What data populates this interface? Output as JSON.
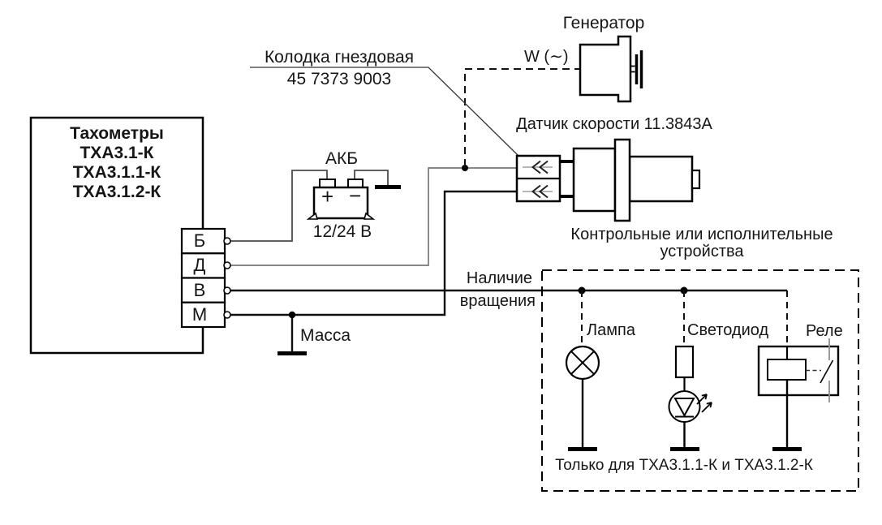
{
  "tachometer": {
    "title": "Тахометры",
    "models": [
      "ТХА3.1-К",
      "ТХА3.1.1-К",
      "ТХА3.1.2-К"
    ],
    "terminals": [
      "Б",
      "Д",
      "В",
      "М"
    ]
  },
  "battery": {
    "label": "АКБ",
    "voltage": "12/24 В",
    "plus_sign": "+",
    "minus_sign": "−"
  },
  "generator": {
    "label": "Генератор",
    "terminal_label": "W (∼)"
  },
  "connector_label": {
    "line1": "Колодка гнездовая",
    "line2": "45 7373 9003"
  },
  "sensor": {
    "label": "Датчик скорости 11.3843А"
  },
  "output_signal": {
    "line1": "Наличие",
    "line2": "вращения"
  },
  "ground_label": "Масса",
  "control_devices": {
    "title_line1": "Контрольные или исполнительные",
    "title_line2": "устройства",
    "lamp": "Лампа",
    "led": "Светодиод",
    "relay": "Реле",
    "note": "Только для ТХА3.1.1-К и ТХА3.1.2-К"
  },
  "colors": {
    "line": "#000000",
    "wire_gray": "#787878",
    "background": "#ffffff"
  }
}
